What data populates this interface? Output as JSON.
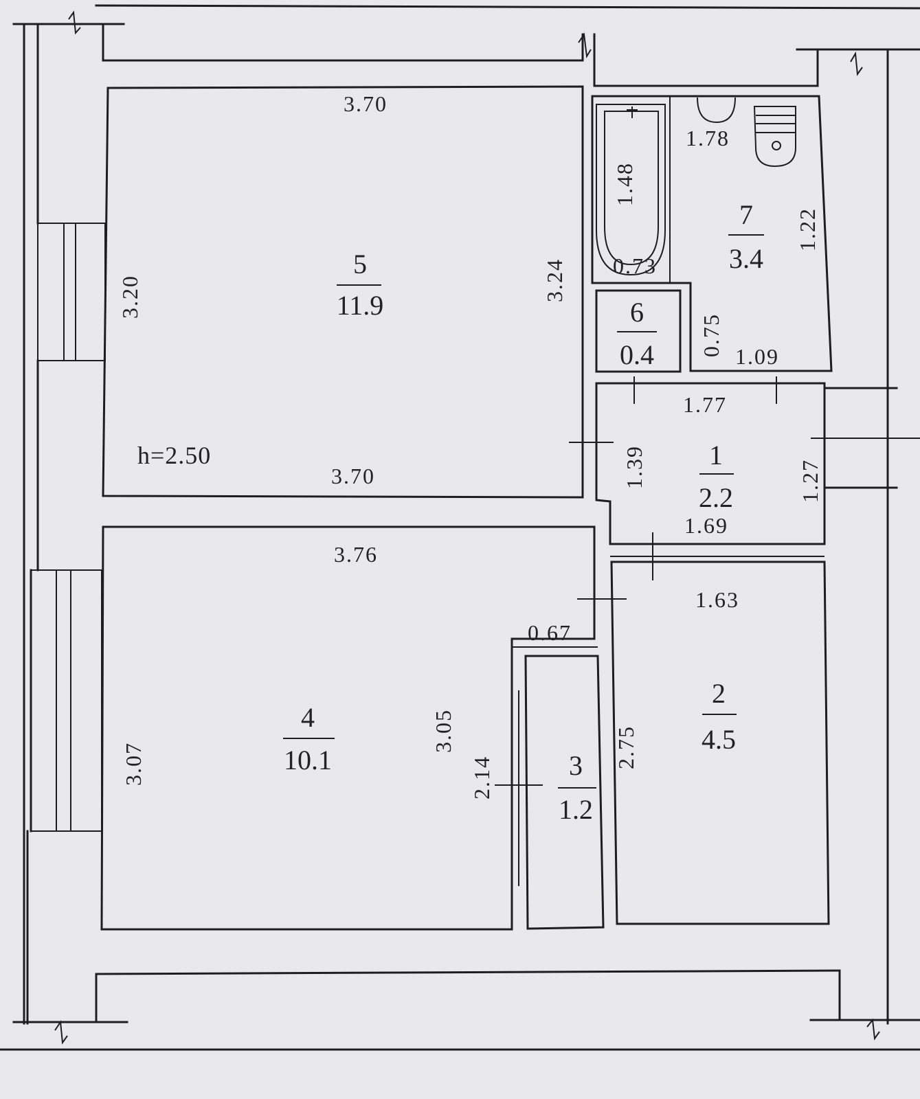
{
  "ceiling_height": "h=2.50",
  "rooms": [
    {
      "number": "1",
      "area": "2.2"
    },
    {
      "number": "2",
      "area": "4.5"
    },
    {
      "number": "3",
      "area": "1.2"
    },
    {
      "number": "4",
      "area": "10.1"
    },
    {
      "number": "5",
      "area": "11.9"
    },
    {
      "number": "6",
      "area": "0.4"
    },
    {
      "number": "7",
      "area": "3.4"
    }
  ],
  "dimensions": {
    "r5_top": "3.70",
    "r5_bottom": "3.70",
    "r5_left": "3.20",
    "r5_right": "3.24",
    "r4_top": "3.76",
    "r4_left": "3.07",
    "r4_right": "3.05",
    "r3_top": "0.67",
    "r3_left": "2.14",
    "r2_top": "1.63",
    "r2_left": "2.75",
    "r1_top": "1.77",
    "r1_bottom": "1.69",
    "r1_left": "1.39",
    "r1_right": "1.27",
    "r7_top": "1.78",
    "r7_right": "1.22",
    "r7_bottom": "1.09",
    "r7_inner": "0.75",
    "bath_length": "1.48",
    "bath_width": "0.73"
  }
}
